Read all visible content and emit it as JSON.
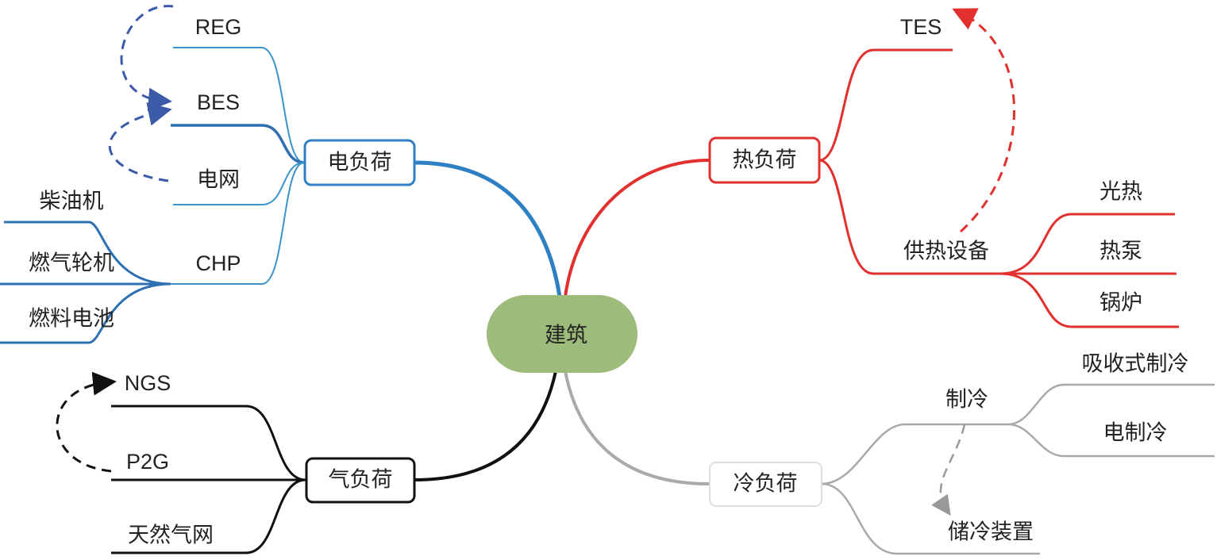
{
  "colors": {
    "electric": "#2f80c3",
    "heat": "#e2302f",
    "gas": "#111111",
    "cold": "#a9a9a9",
    "center": "#9dbb7a"
  },
  "center": {
    "label": "建筑"
  },
  "electric": {
    "label": "电负荷",
    "children": [
      "REG",
      "BES",
      "电网",
      "CHP"
    ],
    "chp_children": [
      "柴油机",
      "燃气轮机",
      "燃料电池"
    ]
  },
  "heat": {
    "label": "热负荷",
    "children": [
      "TES",
      "供热设备"
    ],
    "supply_children": [
      "光热",
      "热泵",
      "锅炉"
    ]
  },
  "gas": {
    "label": "气负荷",
    "children": [
      "NGS",
      "P2G",
      "天然气网"
    ]
  },
  "cold": {
    "label": "冷负荷",
    "children": [
      "制冷",
      "储冷装置"
    ],
    "cooling_children": [
      "吸收式制冷",
      "电制冷"
    ]
  }
}
